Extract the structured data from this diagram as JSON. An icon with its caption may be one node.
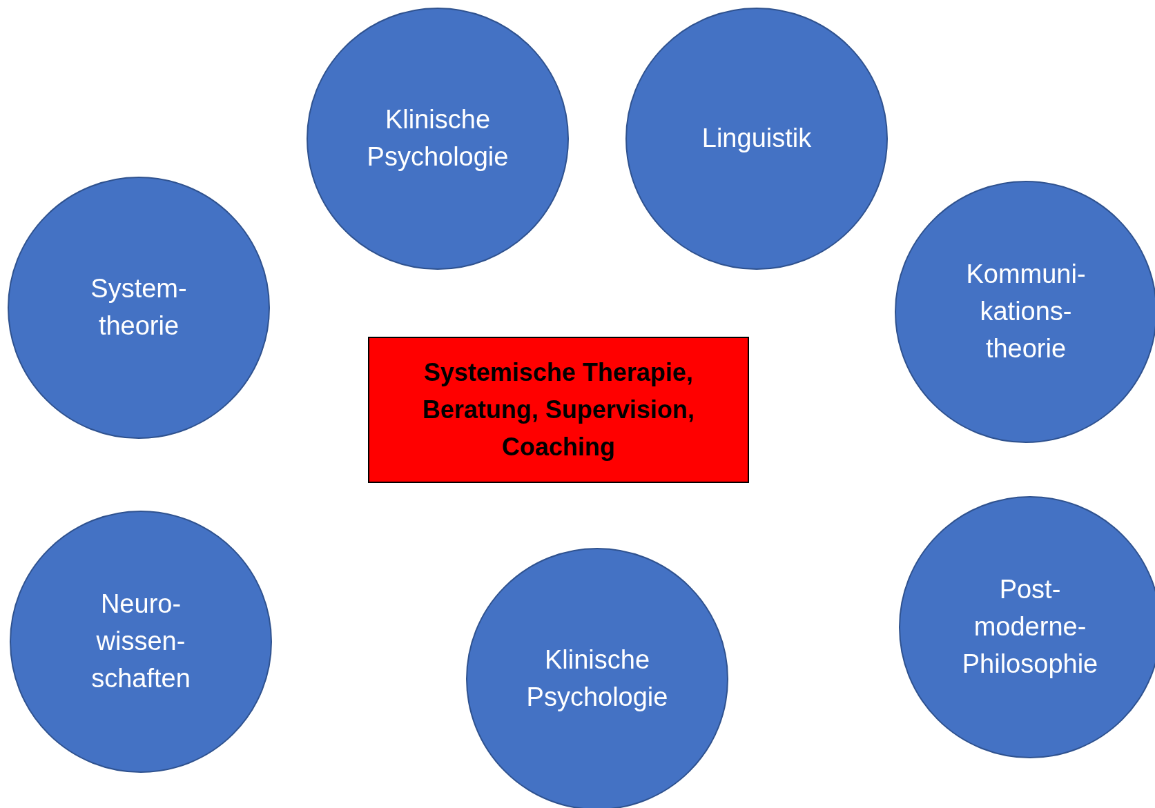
{
  "diagram": {
    "nodes": [
      {
        "text": [
          "Klinische Psychologie"
        ]
      },
      {
        "text": [
          "Linguistik"
        ]
      },
      {
        "text": [
          "System- theorie"
        ]
      },
      {
        "text": [
          "Kommuni- kations- theorie"
        ]
      },
      {
        "text": [
          "Systemische Therapie, Beratung, Supervision, Coaching"
        ]
      },
      {
        "text": [
          "Neuro- wissen- schaften"
        ]
      },
      {
        "text": [
          "Klinische Psychologie"
        ]
      },
      {
        "text": [
          "Post- moderne- Philosophie"
        ]
      }
    ]
  }
}
